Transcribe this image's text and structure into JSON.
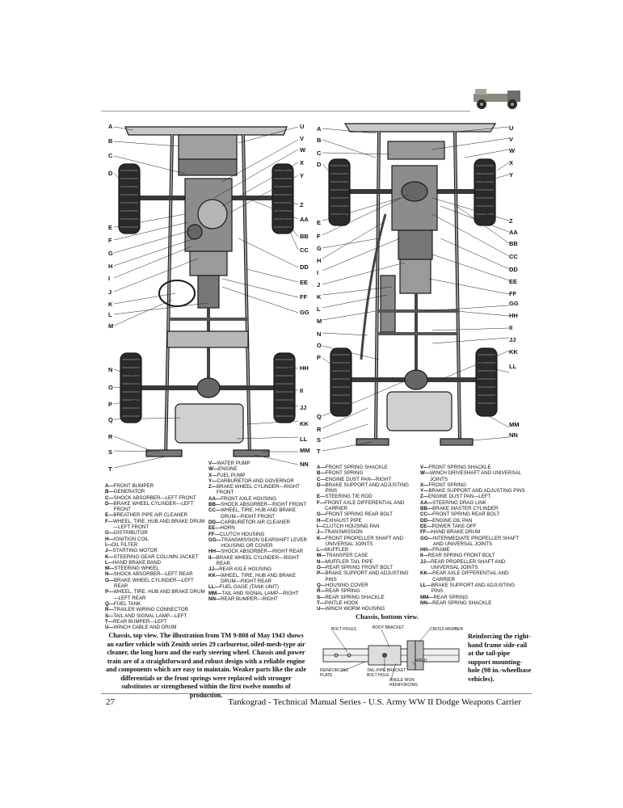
{
  "left_callouts_a": [
    "A",
    "B",
    "C",
    "D",
    "E",
    "F",
    "G",
    "H",
    "I",
    "J",
    "K",
    "L",
    "M"
  ],
  "left_callouts_b": [
    "N",
    "O",
    "P",
    "Q",
    "R",
    "S",
    "T"
  ],
  "left_callouts_right": [
    "U",
    "V",
    "W",
    "X",
    "Y",
    "Z",
    "AA",
    "BB",
    "CC",
    "DD",
    "EE",
    "FF",
    "GG",
    "HH",
    "II",
    "JJ",
    "KK",
    "LL",
    "MM",
    "NN"
  ],
  "right_callouts_left": [
    "A",
    "B",
    "C",
    "D",
    "E",
    "F",
    "G",
    "H",
    "I",
    "J",
    "K",
    "L",
    "M",
    "N",
    "O",
    "P",
    "Q",
    "R",
    "S",
    "T"
  ],
  "right_callouts_right": [
    "U",
    "V",
    "W",
    "X",
    "Y",
    "Z",
    "AA",
    "BB",
    "CC",
    "DD",
    "EE",
    "FF",
    "GG",
    "HH",
    "II",
    "JJ",
    "KK",
    "LL",
    "MM",
    "NN"
  ],
  "legend_top_view_col1": [
    {
      "code": "A—",
      "desc": "FRONT BUMPER"
    },
    {
      "code": "B—",
      "desc": "GENERATOR"
    },
    {
      "code": "C—",
      "desc": "SHOCK ABSORBER—LEFT FRONT"
    },
    {
      "code": "D—",
      "desc": "BRAKE WHEEL CYLINDER—LEFT FRONT"
    },
    {
      "code": "E—",
      "desc": "BREATHER PIPE AIR CLEANER"
    },
    {
      "code": "F—",
      "desc": "WHEEL, TIRE, HUB AND BRAKE DRUM—LEFT FRONT"
    },
    {
      "code": "G—",
      "desc": "DISTRIBUTOR"
    },
    {
      "code": "H—",
      "desc": "IGNITION COIL"
    },
    {
      "code": "I—",
      "desc": "OIL FILTER"
    },
    {
      "code": "J—",
      "desc": "STARTING MOTOR"
    },
    {
      "code": "K—",
      "desc": "STEERING GEAR COLUMN JACKET"
    },
    {
      "code": "L—",
      "desc": "HAND BRAKE BAND"
    },
    {
      "code": "M—",
      "desc": "STEERING WHEEL"
    },
    {
      "code": "N—",
      "desc": "SHOCK ABSORBER—LEFT REAR"
    },
    {
      "code": "O—",
      "desc": "BRAKE WHEEL CYLINDER—LEFT REAR"
    },
    {
      "code": "P—",
      "desc": "WHEEL, TIRE, HUB AND BRAKE DRUM—LEFT REAR"
    },
    {
      "code": "Q—",
      "desc": "FUEL TANK"
    },
    {
      "code": "R—",
      "desc": "TRAILER WIRING CONNECTOR"
    },
    {
      "code": "S—",
      "desc": "TAIL AND SIGNAL LAMP—LEFT"
    },
    {
      "code": "T—",
      "desc": "REAR BUMPER—LEFT"
    },
    {
      "code": "U—",
      "desc": "WINCH CABLE AND DRUM"
    }
  ],
  "legend_top_view_col2": [
    {
      "code": "V—",
      "desc": "WATER PUMP"
    },
    {
      "code": "W—",
      "desc": "ENGINE"
    },
    {
      "code": "X—",
      "desc": "FUEL PUMP"
    },
    {
      "code": "Y—",
      "desc": "CARBURETOR AND GOVERNOR"
    },
    {
      "code": "Z—",
      "desc": "BRAKE WHEEL CYLINDER—RIGHT FRONT"
    },
    {
      "code": "AA—",
      "desc": "FRONT AXLE HOUSING"
    },
    {
      "code": "BB—",
      "desc": "SHOCK ABSORBER—RIGHT FRONT"
    },
    {
      "code": "CC—",
      "desc": "WHEEL, TIRE, HUB AND BRAKE DRUM—RIGHT FRONT"
    },
    {
      "code": "DD—",
      "desc": "CARBURETOR AIR CLEANER"
    },
    {
      "code": "EE—",
      "desc": "HORN"
    },
    {
      "code": "FF—",
      "desc": "CLUTCH HOUSING"
    },
    {
      "code": "GG—",
      "desc": "TRANSMISSION GEARSHIFT LEVER HOUSING OR COVER"
    },
    {
      "code": "HH—",
      "desc": "SHOCK ABSORBER—RIGHT REAR"
    },
    {
      "code": "II—",
      "desc": "BRAKE WHEEL CYLINDER—RIGHT REAR"
    },
    {
      "code": "JJ—",
      "desc": "REAR AXLE HOUSING"
    },
    {
      "code": "KK—",
      "desc": "WHEEL, TIRE, HUB AND BRAKE DRUM—RIGHT REAR"
    },
    {
      "code": "LL—",
      "desc": "FUEL GAGE (TANK UNIT)"
    },
    {
      "code": "MM—",
      "desc": "TAIL AND SIGNAL LAMP—RIGHT"
    },
    {
      "code": "NN—",
      "desc": "REAR BUMPER—RIGHT"
    }
  ],
  "legend_bottom_view_col1": [
    {
      "code": "A—",
      "desc": "FRONT SPRING SHACKLE"
    },
    {
      "code": "B—",
      "desc": "FRONT SPRING"
    },
    {
      "code": "C—",
      "desc": "ENGINE DUST PAN—RIGHT"
    },
    {
      "code": "D—",
      "desc": "BRAKE SUPPORT AND ADJUSTING PINS"
    },
    {
      "code": "E—",
      "desc": "STEERING TIE ROD"
    },
    {
      "code": "F—",
      "desc": "FRONT AXLE DIFFERENTIAL AND CARRIER"
    },
    {
      "code": "G—",
      "desc": "FRONT SPRING REAR BOLT"
    },
    {
      "code": "H—",
      "desc": "EXHAUST PIPE"
    },
    {
      "code": "I—",
      "desc": "CLUTCH HOUSING PAN"
    },
    {
      "code": "J—",
      "desc": "TRANSMISSION"
    },
    {
      "code": "K—",
      "desc": "FRONT PROPELLER SHAFT AND UNIVERSAL JOINTS"
    },
    {
      "code": "L—",
      "desc": "MUFFLER"
    },
    {
      "code": "M—",
      "desc": "TRANSFER CASE"
    },
    {
      "code": "N—",
      "desc": "MUFFLER TAIL PIPE"
    },
    {
      "code": "O—",
      "desc": "REAR SPRING FRONT BOLT"
    },
    {
      "code": "P—",
      "desc": "BRAKE SUPPORT AND ADJUSTING PINS"
    },
    {
      "code": "Q—",
      "desc": "HOUSING COVER"
    },
    {
      "code": "R—",
      "desc": "REAR SPRING"
    },
    {
      "code": "S—",
      "desc": "REAR SPRING SHACKLE"
    },
    {
      "code": "T—",
      "desc": "PINTLE HOOK"
    },
    {
      "code": "U—",
      "desc": "WINCH WORM HOUSING"
    }
  ],
  "legend_bottom_view_col2": [
    {
      "code": "V—",
      "desc": "FRONT SPRING SHACKLE"
    },
    {
      "code": "W—",
      "desc": "WINCH DRIVESHAFT AND UNIVERSAL JOINTS"
    },
    {
      "code": "X—",
      "desc": "FRONT SPRING"
    },
    {
      "code": "Y—",
      "desc": "BRAKE SUPPORT AND ADJUSTING PINS"
    },
    {
      "code": "Z—",
      "desc": "ENGINE DUST PAN—LEFT"
    },
    {
      "code": "AA—",
      "desc": "STEERING DRAG LINK"
    },
    {
      "code": "BB—",
      "desc": "BRAKE MASTER CYLINDER"
    },
    {
      "code": "CC—",
      "desc": "FRONT SPRING REAR BOLT"
    },
    {
      "code": "DD—",
      "desc": "ENGINE OIL PAN"
    },
    {
      "code": "EE—",
      "desc": "POWER TAKE-OFF"
    },
    {
      "code": "FF—",
      "desc": "HAND BRAKE DRUM"
    },
    {
      "code": "GG—",
      "desc": "INTERMEDIATE PROPELLER SHAFT AND UNIVERSAL JOINTS"
    },
    {
      "code": "HH—",
      "desc": "FRAME"
    },
    {
      "code": "II—",
      "desc": "REAR SPRING FRONT BOLT"
    },
    {
      "code": "JJ—",
      "desc": "REAR PROPELLER SHAFT AND UNIVERSAL JOINTS"
    },
    {
      "code": "KK—",
      "desc": "REAR AXLE DIFFERENTIAL AND CARRIER"
    },
    {
      "code": "LL—",
      "desc": "BRAKE SUPPORT AND ADJUSTING PINS"
    },
    {
      "code": "MM—",
      "desc": "REAR SPRING"
    },
    {
      "code": "NN—",
      "desc": "REAR SPRING SHACKLE"
    }
  ],
  "caption_top_view": "Chassis, top view. The illustration from TM 9-808 of May 1943 shows an earlier vehicle with Zenith series 29 carburetor, oiled-mesh-type air cleaner, the long horn and the early steering wheel. Chassis and power train are of a straightforward and robust design with a reliable engine and components which are easy to maintain. Weaker parts like the axle differentials or the front springs were replaced with stronger substitutes or strengthened within the first twelve months of production.",
  "caption_bottom_view": "Chassis, bottom view.",
  "rail_labels": {
    "body_bracket": "BODY BRACKET",
    "bolt_holes": "BOLT HOLES",
    "cross_member": "CROSS MEMBER",
    "weld": "WELD",
    "reinforcing_plate": "REINFORCING PLATE",
    "tail_pipe_bracket": "TAIL-PIPE BRACKET BOLT HOLE",
    "angle_iron": "ANGLE IRON REINFORCING"
  },
  "rail_caption": "Reinforcing the right-hand frame side-rail at the tail-pipe support mounting-hole (98 in.-wheelbase vehicles).",
  "page_number": "27",
  "footer": "Tankograd - Technical Manual Series - U.S. Army WW II Dodge Weapons Carrier"
}
